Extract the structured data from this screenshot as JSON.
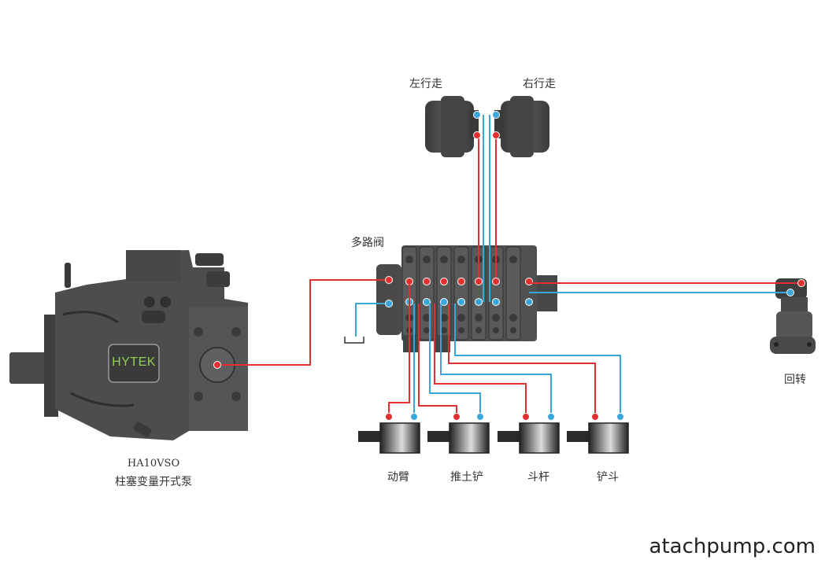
{
  "labels": {
    "left_travel": "左行走",
    "right_travel": "右行走",
    "valve": "多路阀",
    "swing": "回转",
    "boom": "动臂",
    "dozer": "推土铲",
    "arm": "斗杆",
    "bucket": "铲斗",
    "pump_model": "HA10VSO",
    "pump_name": "柱塞变量开式泵",
    "brand": "HYTEK"
  },
  "website": "atachpump.com",
  "colors": {
    "pressure_line": "#e03030",
    "return_line": "#3aa6dc",
    "component_body": "#4a4a4a",
    "brand_text": "#8fd14f"
  }
}
